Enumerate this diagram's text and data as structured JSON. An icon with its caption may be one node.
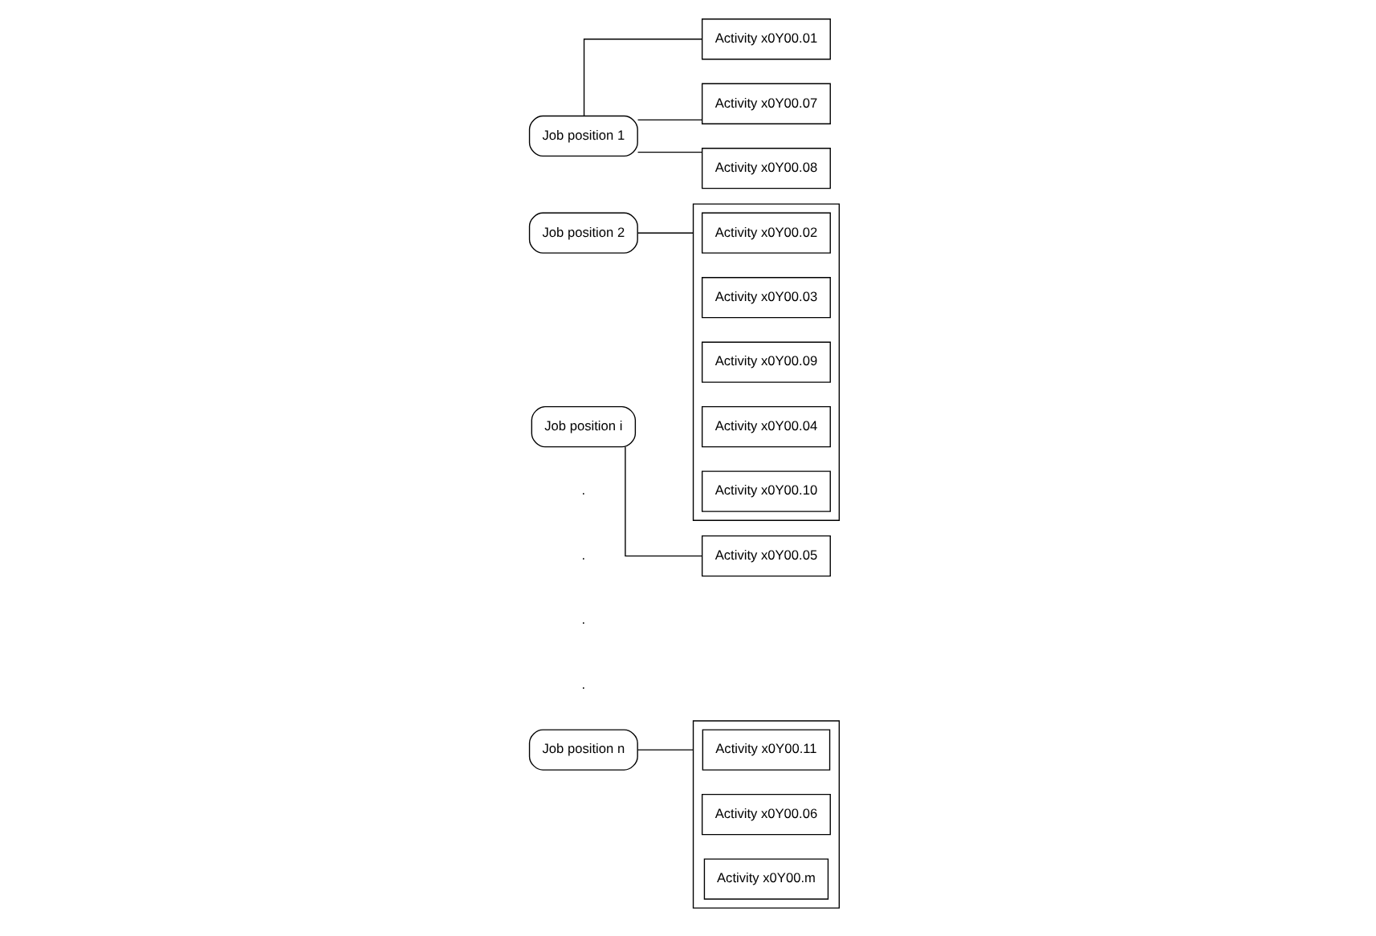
{
  "diagram": {
    "nodes": [
      {
        "text": [
          "Job position 1"
        ]
      },
      {
        "text": [
          "Activity x0Y00.01"
        ]
      },
      {
        "text": [
          "Activity x0Y00.07"
        ]
      },
      {
        "text": [
          "Job position 2"
        ]
      },
      {
        "text": [],
        "shape": "box"
      },
      {
        "text": [
          "Activity x0Y00.02"
        ],
        "in": 4
      },
      {
        "text": [
          "Activity x0Y00.08"
        ]
      },
      {
        "text": [
          "Activity x0Y00.03"
        ],
        "in": 4
      },
      {
        "text": [
          "Activity x0Y00.09"
        ],
        "in": 4
      },
      {
        "text": [
          "Job position i"
        ]
      },
      {
        "text": [
          "Activity x0Y00.04"
        ],
        "in": 4
      },
      {
        "text": [
          "Activity x0Y00.10"
        ],
        "in": 4
      },
      {
        "text": [
          "Activity x0Y00.05"
        ]
      },
      {
        "text": [],
        "shape": "box"
      },
      {
        "text": [
          "Activity x0Y00.11"
        ],
        "in": 13
      },
      {
        "text": [
          "Job position n"
        ]
      },
      {
        "text": [
          "Activity x0Y00.06"
        ],
        "in": 13
      },
      {
        "text": [
          "Activity x0Y00.m"
        ],
        "in": 13
      }
    ],
    "edges": [
      {
        "from": 0,
        "to": 2,
        "arrow": "none"
      },
      {
        "from": 0,
        "to": 1,
        "arrow": "none"
      },
      {
        "from": 0,
        "to": 6,
        "arrow": "none"
      },
      {
        "from": 3,
        "to": 4,
        "arrow": "none"
      },
      {
        "from": 9,
        "to": 12,
        "arrow": "none"
      },
      {
        "from": 15,
        "to": 13,
        "arrow": "none"
      }
    ],
    "labels": [
      ".",
      ".",
      ".",
      "."
    ]
  }
}
